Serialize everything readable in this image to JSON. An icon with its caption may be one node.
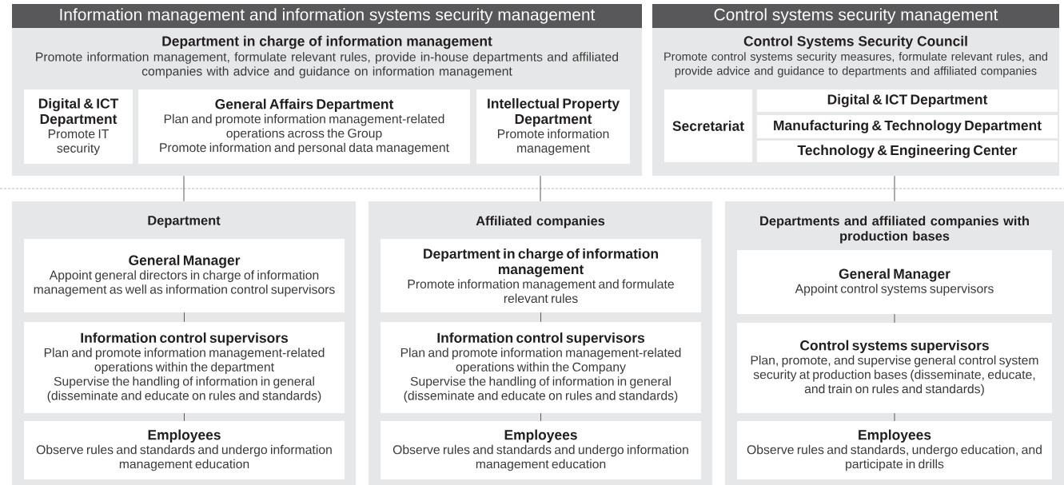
{
  "diagram": {
    "nodes": [
      {
        "text": [
          "Information management and information systems security management",
          "Department in charge of information management",
          "Promote information management, formulate relevant rules, provide in-house departments and affiliated companies with advice and guidance on information management"
        ]
      },
      {
        "text": [
          "Digital & ICT Department",
          "Promote IT security"
        ],
        "in": 0
      },
      {
        "text": [
          "General Affairs Department",
          "Plan and promote information management-related operations across the Group",
          "Promote information and personal data management"
        ],
        "in": 0
      },
      {
        "text": [
          "Intellectual Property Department",
          "Promote information management"
        ],
        "in": 0
      },
      {
        "text": [
          "Control systems security management",
          "Control Systems Security Council",
          "Promote control systems security measures, formulate relevant rules, and provide advice and guidance to departments and affiliated companies"
        ]
      },
      {
        "text": [
          "Secretariat"
        ],
        "in": 4
      },
      {
        "text": [
          "Digital & ICT Department"
        ],
        "in": 4
      },
      {
        "text": [
          "Manufacturing & Technology Department"
        ],
        "in": 4
      },
      {
        "text": [
          "Technology & Engineering Center"
        ],
        "in": 4
      },
      {
        "text": [
          "Department"
        ]
      },
      {
        "text": [
          "General Manager",
          "Appoint general directors in charge of information management as well as information control supervisors"
        ],
        "in": 9
      },
      {
        "text": [
          "Information control supervisors",
          "Plan and promote information management-related operations within the department",
          "Supervise the handling of information in general (disseminate and educate on rules and standards)"
        ],
        "in": 9
      },
      {
        "text": [
          "Employees",
          "Observe rules and standards and undergo information management education"
        ],
        "in": 9
      },
      {
        "text": [
          "Affiliated companies"
        ]
      },
      {
        "text": [
          "Department in charge of information management",
          "Promote information management and formulate relevant rules"
        ],
        "in": 13
      },
      {
        "text": [
          "Information control supervisors",
          "Plan and promote information management-related operations within the Company",
          "Supervise the handling of information in general (disseminate and educate on rules and standards)"
        ],
        "in": 13
      },
      {
        "text": [
          "Employees",
          "Observe rules and standards and undergo information management education"
        ],
        "in": 13
      },
      {
        "text": [
          "Departments and affiliated companies with production bases"
        ]
      },
      {
        "text": [
          "General Manager",
          "Appoint control systems supervisors"
        ],
        "in": 17
      },
      {
        "text": [
          "Control systems supervisors",
          "Plan, promote, and supervise general control system security at production bases (disseminate, educate, and train on rules and standards)"
        ],
        "in": 17
      },
      {
        "text": [
          "Employees",
          "Observe rules and standards, undergo education, and participate in drills"
        ],
        "in": 17
      }
    ],
    "edges": [
      {
        "from": 0,
        "to": 9,
        "arrow": "none"
      },
      {
        "from": 0,
        "to": 13,
        "arrow": "none"
      },
      {
        "from": 4,
        "to": 17,
        "arrow": "none"
      },
      {
        "from": 10,
        "to": 11,
        "arrow": "none"
      },
      {
        "from": 11,
        "to": 12,
        "arrow": "none"
      },
      {
        "from": 14,
        "to": 15,
        "arrow": "none"
      },
      {
        "from": 15,
        "to": 16,
        "arrow": "none"
      },
      {
        "from": 18,
        "to": 19,
        "arrow": "none"
      },
      {
        "from": 19,
        "to": 20,
        "arrow": "none"
      }
    ]
  }
}
